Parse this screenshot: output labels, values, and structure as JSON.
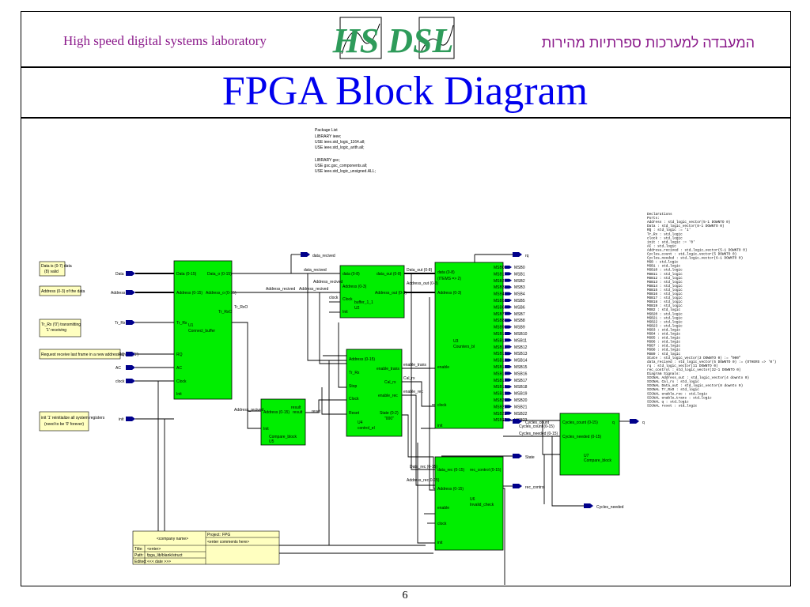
{
  "header": {
    "lab_name_en": "High speed digital systems laboratory",
    "lab_name_he": "המעבדה למערכות ספרתיות מהירות",
    "logo_text": "HS DSL"
  },
  "slide": {
    "title": "FPGA Block Diagram",
    "page_number": "6"
  },
  "package_list": [
    "Package List",
    "LIBRARY ieee;",
    "USE ieee.std_logic_1164.all;",
    "USE ieee.std_logic_arith.all;",
    "",
    "LIBRARY gsc;",
    "USE gsc.gsc_components.all;",
    "USE ieee.std_logic_unsigned.ALL;"
  ],
  "notes": [
    {
      "id": "n1",
      "lines": [
        "Data is (0-7) data",
        "(8) valid"
      ]
    },
    {
      "id": "n2",
      "lines": [
        "Address (0-3) of the data"
      ]
    },
    {
      "id": "n3",
      "lines": [
        "Tr_Rx ('0') transmitting",
        "'1' receiving"
      ]
    },
    {
      "id": "n4",
      "lines": [
        "Request receive last frame in a new address length ('1')"
      ]
    },
    {
      "id": "n5",
      "lines": [
        "init '1' reinitialize all system registers",
        "(need to be '0' forever)"
      ]
    }
  ],
  "inputs": [
    "Data",
    "Address",
    "Tr_Rx",
    "RQ",
    "AC",
    "clock",
    "init"
  ],
  "outputs": [
    "data_recived",
    "rq",
    "State",
    "rec_control",
    "Cycles_count",
    "Cycles_needed",
    "q"
  ],
  "blocks": {
    "b1": {
      "name": "Connect_buffer",
      "inst": "U1",
      "ports_left": [
        "Data (0-15)",
        "Address (0-15)",
        "Tr_Rx",
        "RQ",
        "AC",
        "Clock",
        "Init"
      ],
      "ports_right": [
        "Data_o (0-15)",
        "Address_o (0-15)",
        "Tr_RxO"
      ]
    },
    "b2": {
      "name": "buffer_1_1",
      "inst": "U2",
      "ports_left": [
        "data (0-8)",
        "Address (0-3)",
        "Clock",
        "Init"
      ],
      "ports_right": [
        "data_out (0-8)",
        "Address_out (0-3)"
      ]
    },
    "b3": {
      "name": "Counters_bl",
      "inst": "U3",
      "ports_left": [
        "data (0-8)",
        "Address (0-3)",
        "enable",
        "clock",
        "init"
      ],
      "ports_right": [
        "MSB0",
        "MSB1",
        "MSB2",
        "MSB3",
        "MSB4",
        "MSB5",
        "MSB6",
        "MSB7",
        "MSB8",
        "MSB9",
        "MSB10",
        "MSB11",
        "MSB12",
        "MSB13",
        "MSB14",
        "MSB15",
        "MSB16",
        "MSB17",
        "MSB18",
        "MSB19",
        "MSB20",
        "MSB21",
        "MSB22",
        "MSB23"
      ],
      "sub": "(ITEMS => 2)"
    },
    "b4": {
      "name": "control_el",
      "inst": "U4",
      "ports_left": [
        "Address (0-15)",
        "Tr_Rx",
        "Stop",
        "Clock",
        "Reset"
      ],
      "ports_right": [
        "enable_trans",
        "Cal_rx",
        "enable_rec",
        "State (0-2)"
      ],
      "sub": "\"000\""
    },
    "b5": {
      "name": "Compare_block",
      "inst": "U5",
      "ports_left": [
        "Address (0-15)",
        "Init"
      ],
      "ports_right": [
        "result"
      ]
    },
    "b6": {
      "name": "Invalid_check",
      "inst": "U6",
      "ports_left": [
        "data_rec (0-15)",
        "Address (0-15)",
        "enable",
        "clock",
        "init"
      ],
      "ports_right": [
        "rec_control (0-15)"
      ]
    },
    "b7": {
      "name": "Compare_block",
      "inst": "U7",
      "ports_left": [
        "Cycles_count (0-15)",
        "Cycles_needed (0-15)"
      ],
      "ports_right": [
        "q"
      ]
    }
  },
  "signal_labels": [
    "Address_recived",
    "Address_recived",
    "Address_recived",
    "Address_recived",
    "data_recived",
    "Data_out (0-8)",
    "Address_out (0-3)",
    "Tr_RxO",
    "enable_trans",
    "Cal_rx",
    "enable_rec",
    "Cycles_count (0-15)",
    "Cycles_needed (0-15)",
    "Data_rec (0-15)",
    "Address_rec(0-15)",
    "reset",
    "result",
    "clock"
  ],
  "declarations": [
    "Declarations",
    "Ports:",
    "Address          : std_logic_vector(5-1 DOWNTO 0)",
    "Data             : std_logic_vector(8-1 DOWNTO 0)",
    "RQ               : std_logic                  := '1'",
    "Tr_Rx            : std_logic",
    "clock            : std_logic",
    "init             : std_logic                  := '0'",
    "AC               : std_logic",
    "Address_recived  : std_logic_vector(5-1 DOWNTO 0)",
    "Cycles_count     : std_logic_vector(5 DOWNTO 0)",
    "Cycles_needed    : std_logic_vector(6-1 DOWNTO 0)",
    "MSB              : std_logic",
    "MSB1             : std_logic",
    "MSB10            : std_logic",
    "MSB11            : std_logic",
    "MSB12            : std_logic",
    "MSB13            : std_logic",
    "MSB14            : std_logic",
    "MSB15            : std_logic",
    "MSB16            : std_logic",
    "MSB17            : std_logic",
    "MSB18            : std_logic",
    "MSB19            : std_logic",
    "MSB2             : std_logic",
    "MSB20            : std_logic",
    "MSB21            : std_logic",
    "MSB22            : std_logic",
    "MSB23            : std_logic",
    "MSB3             : std_logic",
    "MSB4             : std_logic",
    "MSB5             : std_logic",
    "MSB6             : std_logic",
    "MSB7             : std_logic",
    "MSB8             : std_logic",
    "MSB9             : std_logic",
    "State            : std_logic_vector(3 DOWNTO 0) := \"000\"",
    "data_recived     : std_logic_vector(5 DOWNTO 0) := (OTHERS => '0')",
    "rq               : std_logic_vector(11 DOWNTO 0)",
    "rec_control      : std_logic_vector(32-1 DOWNTO 0)",
    "Diagram Signals:",
    "SIGNAL Address_out   : std_logic_vector(4 downto 0)",
    "SIGNAL Cal_rx        : std_logic",
    "SIGNAL Data_out      : std_logic_vector(8 downto 0)",
    "SIGNAL Tr_RxO        : std_logic",
    "SIGNAL enable_rec    : std_logic",
    "SIGNAL enable_trans  : std_logic",
    "SIGNAL q             : std_logic",
    "SIGNAL reset         : std_logic"
  ],
  "title_block": {
    "company": "<company name>",
    "project_label": "Project:",
    "project": "FPG",
    "edit_text": "<enter comments here>",
    "rows": [
      {
        "label": "Title:",
        "value": "<enter>"
      },
      {
        "label": "Path:",
        "value": "fpga_lib/blank/struct"
      },
      {
        "label": "Edited:",
        "value": "<<< date >>>"
      }
    ]
  }
}
